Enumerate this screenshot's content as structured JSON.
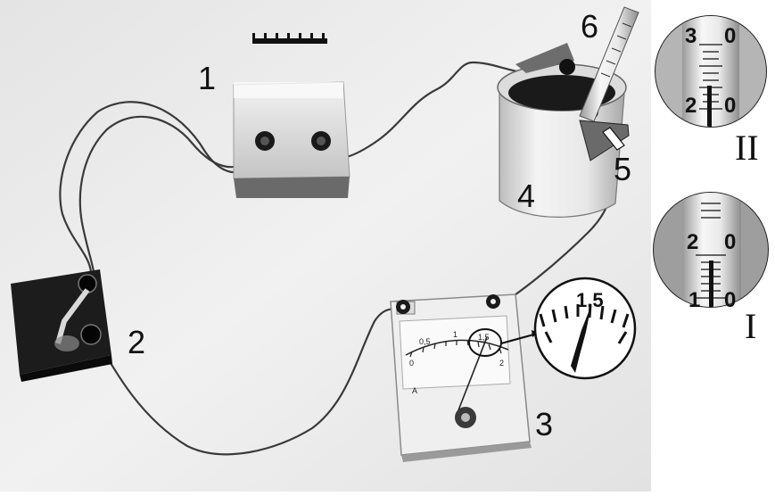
{
  "labels": {
    "resistor": "1",
    "key": "2",
    "ammeter": "3",
    "vessel": "4",
    "coil": "5",
    "thermometer": "6",
    "reading_II": "II",
    "reading_I": "I"
  },
  "ammeter": {
    "tick_labels": [
      "0",
      "0,5",
      "1",
      "1,5",
      "2"
    ],
    "unit": "A",
    "zoom_value": "1,5"
  },
  "thermometer_zoom_II": {
    "upper": "3",
    "upper_right": "0",
    "lower": "2",
    "lower_right": "0"
  },
  "thermometer_zoom_I": {
    "upper": "2",
    "upper_right": "0",
    "lower": "1",
    "lower_right": "0"
  },
  "colors": {
    "table": "#eeeeee",
    "cable": "#3a3a3a",
    "metal": "#d8d8d8",
    "dark": "#1a1a1a"
  }
}
